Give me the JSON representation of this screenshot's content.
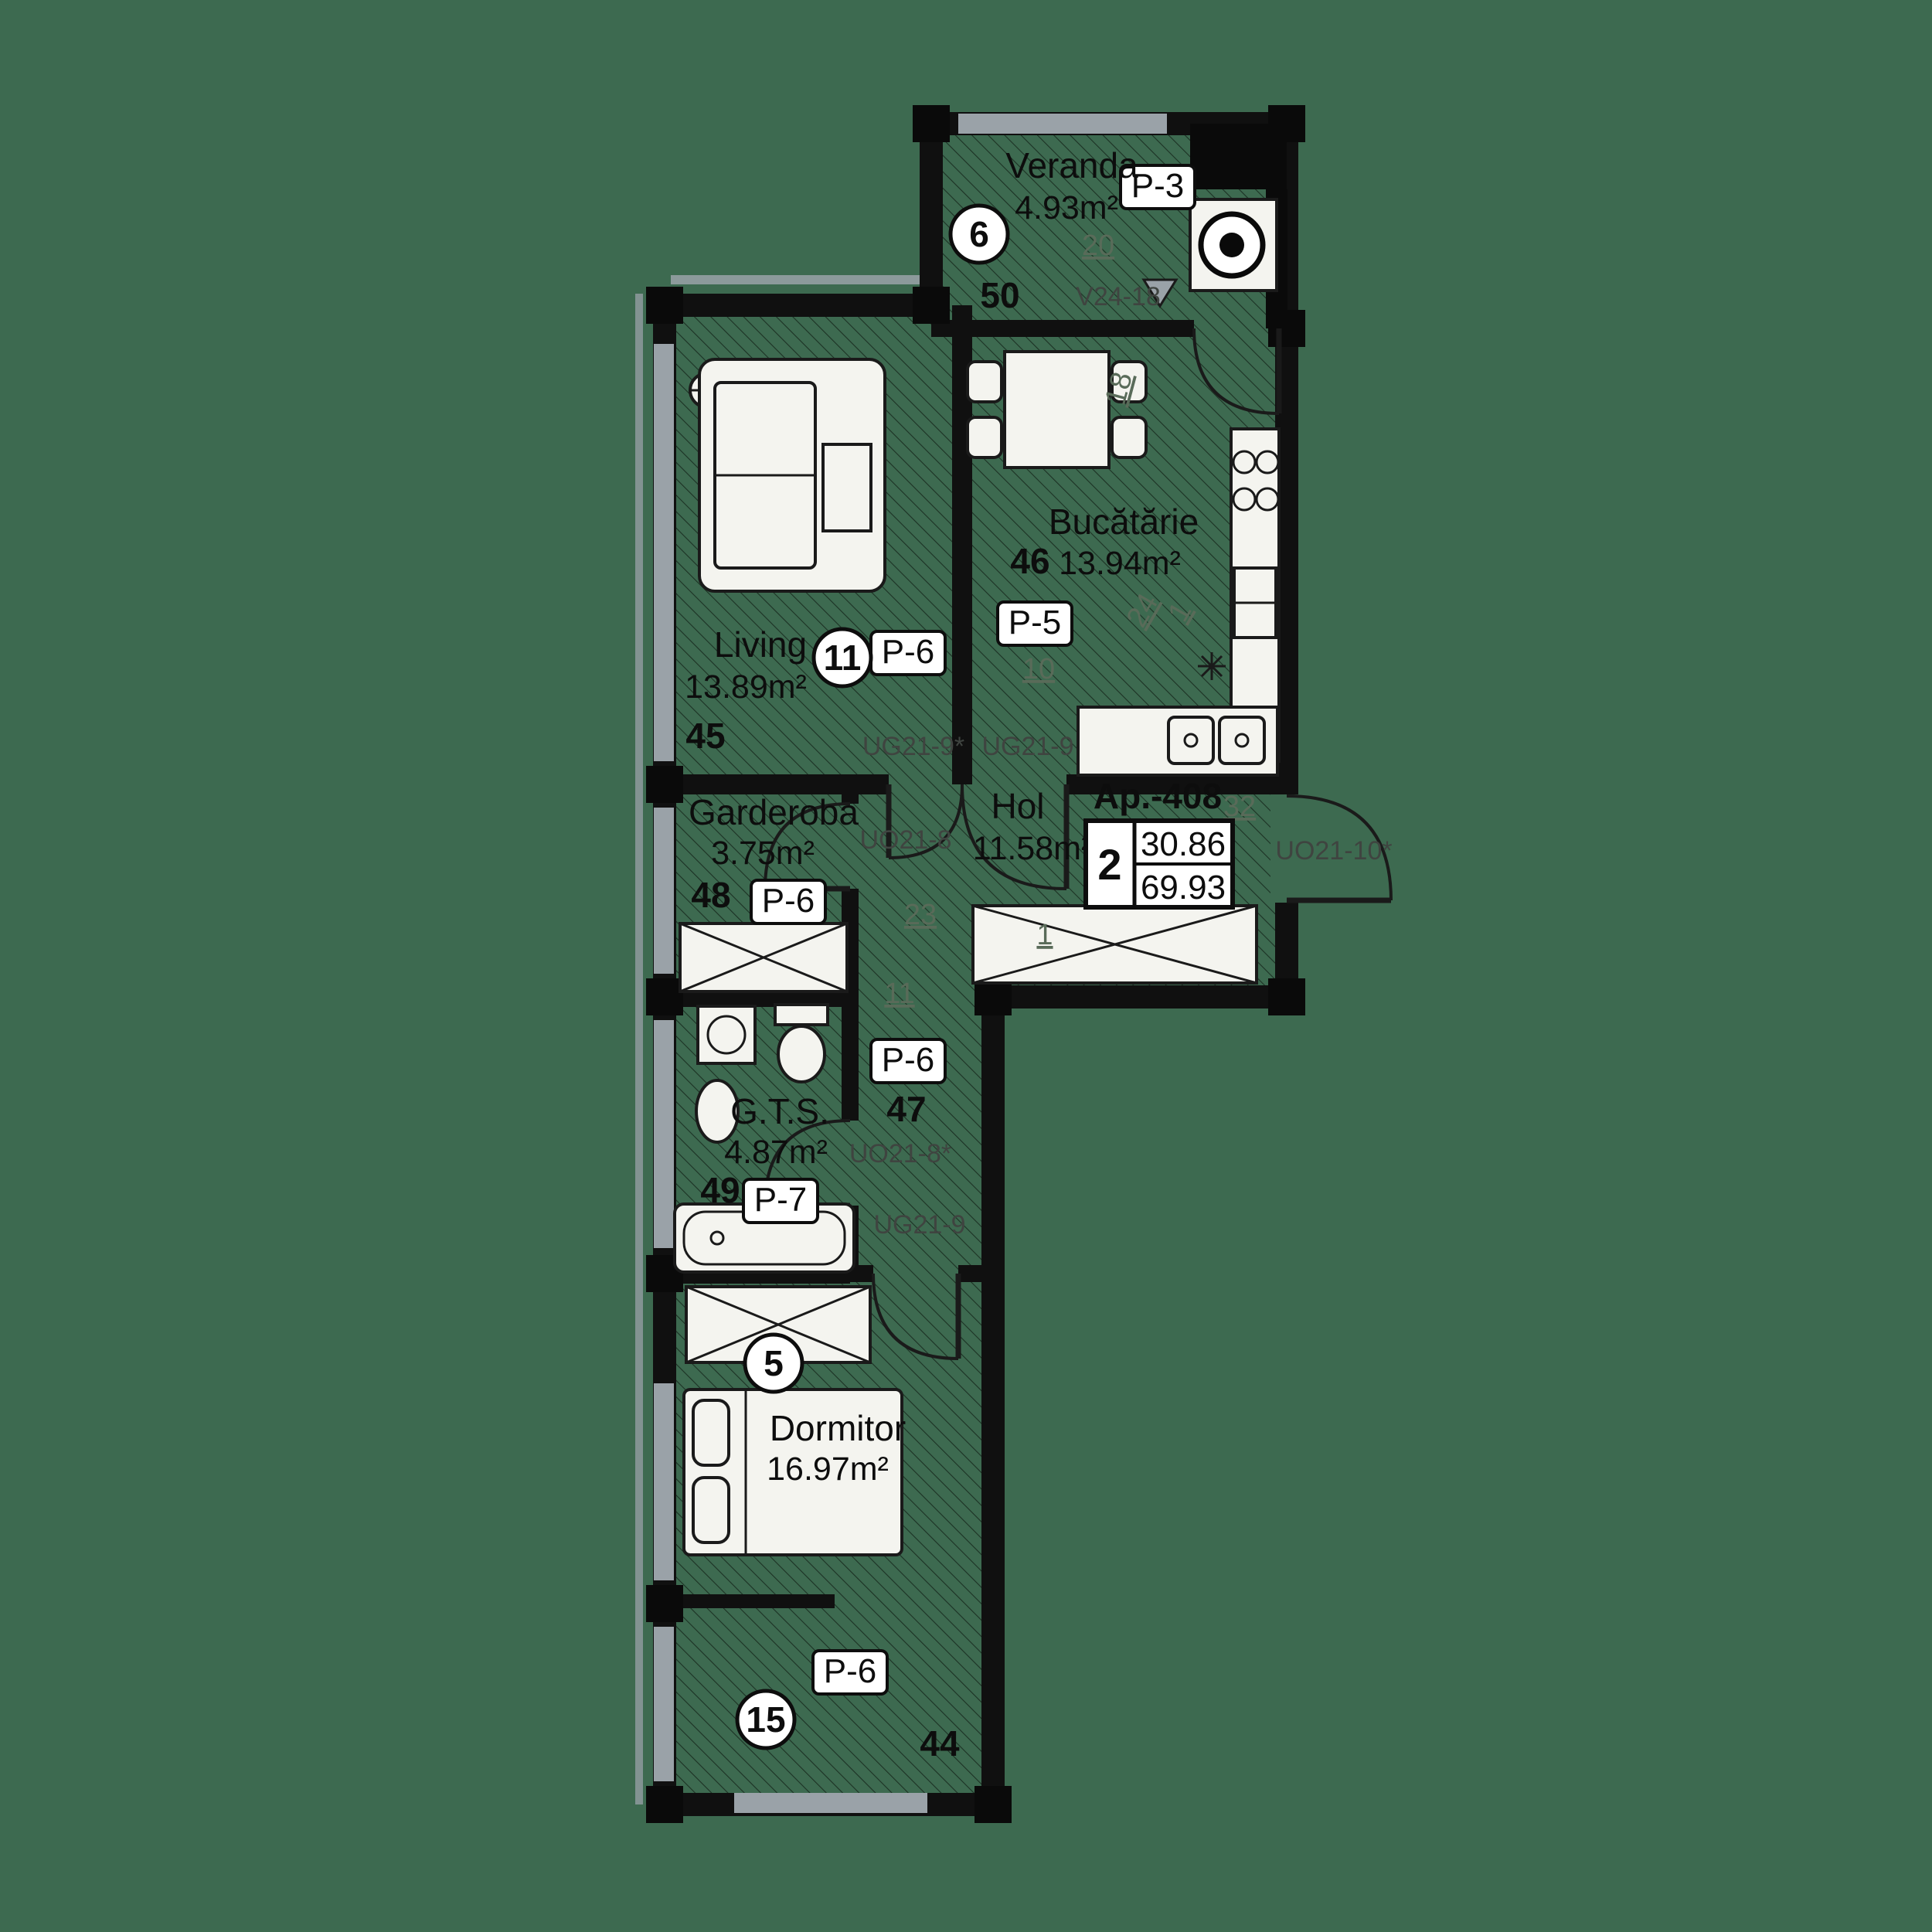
{
  "colors": {
    "background": "#3d6a50",
    "wall": "#101010",
    "window": "#9aa2a8"
  },
  "apartment": {
    "label": "Ap.-408",
    "rooms_count": "2",
    "area_living": "30.86",
    "area_total": "69.93"
  },
  "rooms": {
    "veranda": {
      "name": "Veranda",
      "area": "4.93m²",
      "number": "50",
      "finish": "P-3"
    },
    "bucatarie": {
      "name": "Bucătărie",
      "area": "13.94m²",
      "number": "46",
      "finish": "P-5"
    },
    "living": {
      "name": "Living",
      "area": "13.89m²",
      "number": "45",
      "finish": "P-6"
    },
    "garderoba": {
      "name": "Garderoba",
      "area": "3.75m²",
      "number": "48",
      "finish": "P-6"
    },
    "hol": {
      "name": "Hol",
      "area": "11.58m²",
      "number": "47",
      "finish": "P-6"
    },
    "gts": {
      "name": "G.T.S.",
      "area": "4.87m²",
      "number": "49",
      "finish": "P-7"
    },
    "dormitor": {
      "name": "Dormitor",
      "area": "16.97m²",
      "number": "44",
      "finish": "P-6"
    }
  },
  "markers": {
    "veranda": "6",
    "living": "11",
    "gts": "5",
    "bottom": "15"
  },
  "openings": {
    "veranda_window": "V24-18",
    "living_door": "UG21-9*",
    "kitchen_door": "UG21-9",
    "garderoba_door": "UO21-8",
    "gts_door": "UO21-8*",
    "bedroom_door": "UG21-9",
    "entry_door": "UO21-10*"
  },
  "dims": {
    "veranda": "20",
    "kitchen_top": "18",
    "kitchen_mid": "24",
    "kitchen_one": "1",
    "kitchen_low": "10",
    "garderoba": "23",
    "corridor": "11",
    "hol": "1",
    "entry": "32"
  }
}
